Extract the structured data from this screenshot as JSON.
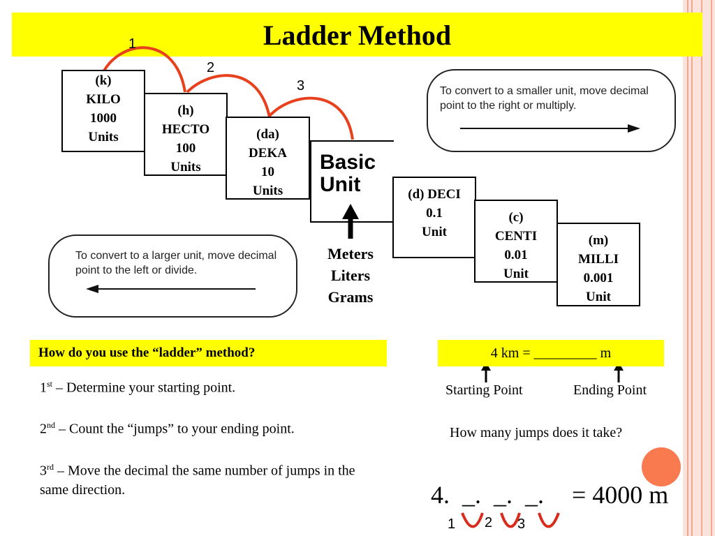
{
  "title": "Ladder Method",
  "jumps": [
    "1",
    "2",
    "3"
  ],
  "steps": [
    {
      "prefix": "(k)",
      "name": "KILO",
      "value": "1000",
      "unit": "Units"
    },
    {
      "prefix": "(h)",
      "name": "HECTO",
      "value": "100",
      "unit": "Units"
    },
    {
      "prefix": "(da)",
      "name": "DEKA",
      "value": "10",
      "unit": "Units"
    },
    {
      "line1": "(d)  DECI",
      "value": "0.1",
      "unit": "Unit"
    },
    {
      "prefix": "(c)",
      "name": "CENTI",
      "value": "0.01",
      "unit": "Unit"
    },
    {
      "prefix": "(m)",
      "name": "MILLI",
      "value": "0.001",
      "unit": "Unit"
    }
  ],
  "basic_unit": {
    "line1": "Basic",
    "line2": "Unit"
  },
  "base_units": [
    "Meters",
    "Liters",
    "Grams"
  ],
  "smaller_note": "To convert to a smaller unit, move decimal  point to the right or multiply.",
  "larger_note": "To convert to a larger unit, move decimal  point to the left or divide.",
  "question": "How do you use the “ladder” method?",
  "instructions": [
    {
      "ord": "1",
      "sup": "st",
      "text": " – Determine your starting point."
    },
    {
      "ord": "2",
      "sup": "nd",
      "text": " – Count the “jumps” to your ending point."
    },
    {
      "ord": "3",
      "sup": "rd",
      "text": " – Move the decimal the same number of jumps in the same direction."
    }
  ],
  "example": {
    "equation": "4 km = _________ m",
    "starting_label": "Starting Point",
    "ending_label": "Ending Point",
    "prompt": "How many jumps does it take?",
    "answer_left": "4.  _.  _.  _.",
    "answer_right": "= 4000 m",
    "jump_labels": [
      "1",
      "2",
      "3"
    ]
  },
  "colors": {
    "highlight": "#ffff00",
    "arc": "#e8401c",
    "stripe": "#f0a890",
    "circle": "#f97a4e"
  }
}
